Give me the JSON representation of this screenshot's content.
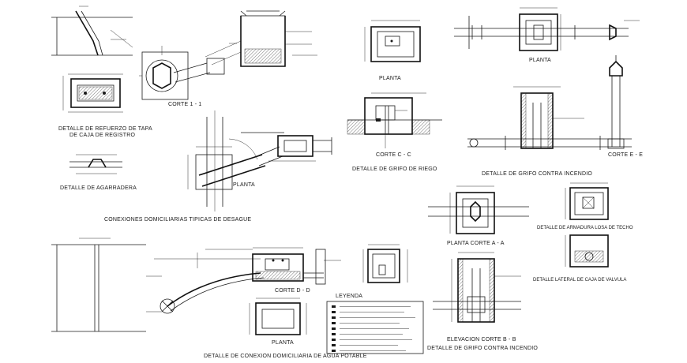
{
  "labels": {
    "corte_1_1": "CORTE 1 - 1",
    "det_refuerzo_l1": "DETALLE DE REFUERZO DE TAPA",
    "det_refuerzo_l2": "DE CAJA DE REGISTRO",
    "det_agarradera": "DETALLE DE AGARRADERA",
    "planta_desague": "PLANTA",
    "conexiones_desague": "CONEXIONES DOMICILIARIAS TIPICAS DE DESAGUE",
    "planta_riego": "PLANTA",
    "corte_c_c": "CORTE C - C",
    "det_grifo_riego": "DETALLE DE GRIFO DE RIEGO",
    "planta_incendio": "PLANTA",
    "corte_e_e": "CORTE E - E",
    "det_grifo_incendio_1": "DETALLE DE GRIFO CONTRA INCENDIO",
    "planta_corte_a_a": "PLANTA CORTE A - A",
    "det_armadura": "DETALLE DE ARMADURA LOSA DE TECHO",
    "det_lateral_caja": "DETALLE LATERAL DE CAJA DE VALVULA",
    "corte_d_d": "CORTE D - D",
    "leyenda": "LEYENDA",
    "planta_agua": "PLANTA",
    "det_conexion_agua": "DETALLE DE CONEXION DOMICILIARIA DE AGUA POTABLE",
    "elevacion_b_b": "ELEVACION CORTE B - B",
    "det_grifo_incendio_2": "DETALLE DE GRIFO CONTRA INCENDIO"
  }
}
